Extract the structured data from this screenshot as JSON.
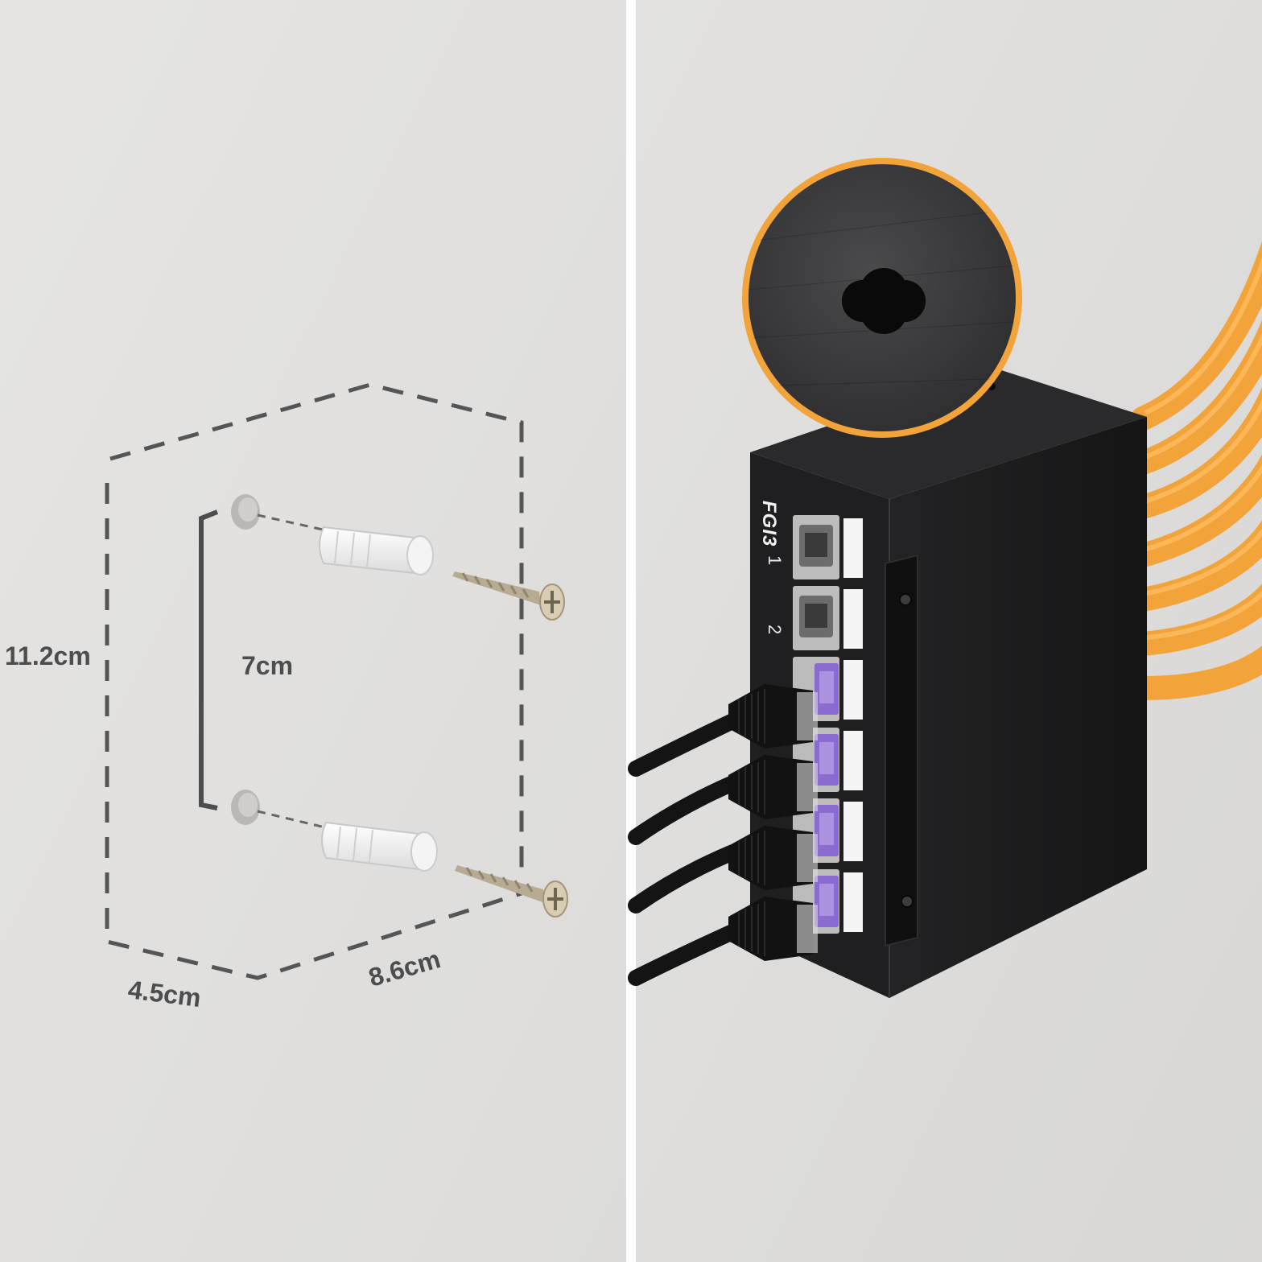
{
  "colors": {
    "wall": "#e4e3e1",
    "divider": "#ffffff",
    "dash": "#555555",
    "device_body": "#1c1c1e",
    "accent_orange": "#f2a33a",
    "cable_black": "#141414",
    "port_purple": "#8a6bd0"
  },
  "left_panel": {
    "dimensions": {
      "height": "11.2cm",
      "hole_spacing": "7cm",
      "depth": "4.5cm",
      "width": "8.6cm"
    },
    "parts": [
      "wall-anchor",
      "screw"
    ]
  },
  "right_panel": {
    "device": {
      "brand": "FGI3",
      "port_labels": [
        "1",
        "2"
      ],
      "port_count": 6
    },
    "zoom": "keyhole-slot"
  }
}
